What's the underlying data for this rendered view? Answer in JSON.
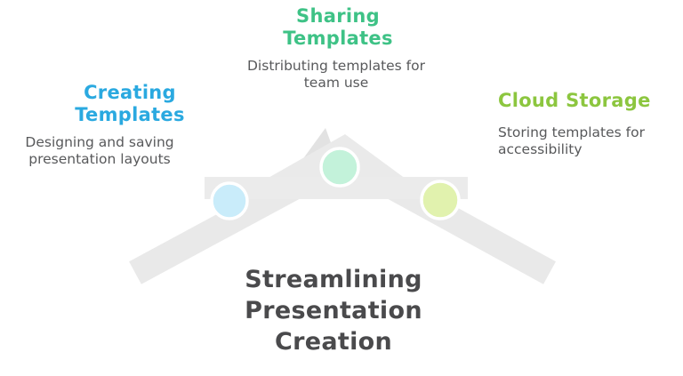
{
  "main_title": "Streamlining Presentation Creation",
  "colors": {
    "sharing_accent": "#3EC286",
    "creating_accent": "#2AA9E0",
    "cloud_accent": "#8CC63F",
    "body_text": "#58595B",
    "title_text": "#4A4A4C"
  },
  "nodes": {
    "sharing": {
      "label": "Sharing Templates",
      "description": "Distributing templates for team use",
      "dot_color": "#C3F2DA"
    },
    "creating": {
      "label": "Creating Templates",
      "description": "Designing and saving presentation layouts",
      "dot_color": "#C9ECFA"
    },
    "cloud": {
      "label": "Cloud Storage",
      "description": "Storing templates for accessibility",
      "dot_color": "#E1F2AE"
    }
  },
  "shapes": {
    "beam_color": "#E9E9E9",
    "bar_color": "#EBEBEB",
    "mountain_color": "#EAEAEA",
    "small_peak_color": "#E2E2E2",
    "ring_color": "#FFFFFF"
  }
}
